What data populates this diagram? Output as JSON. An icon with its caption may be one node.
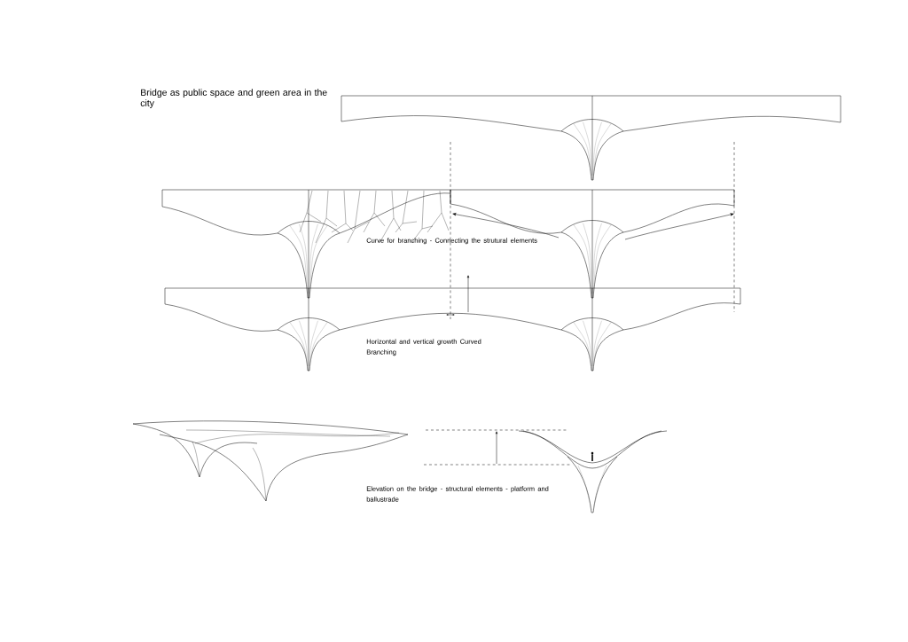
{
  "diagram": {
    "labels": [
      "Bridge as public space and green area in the city",
      "Curve for branching - Connecting the strutural elements",
      "Horizontal and vertical growth Curved Branching",
      "Elevation on the bridge - structural elements - platform and ballustrade"
    ]
  }
}
